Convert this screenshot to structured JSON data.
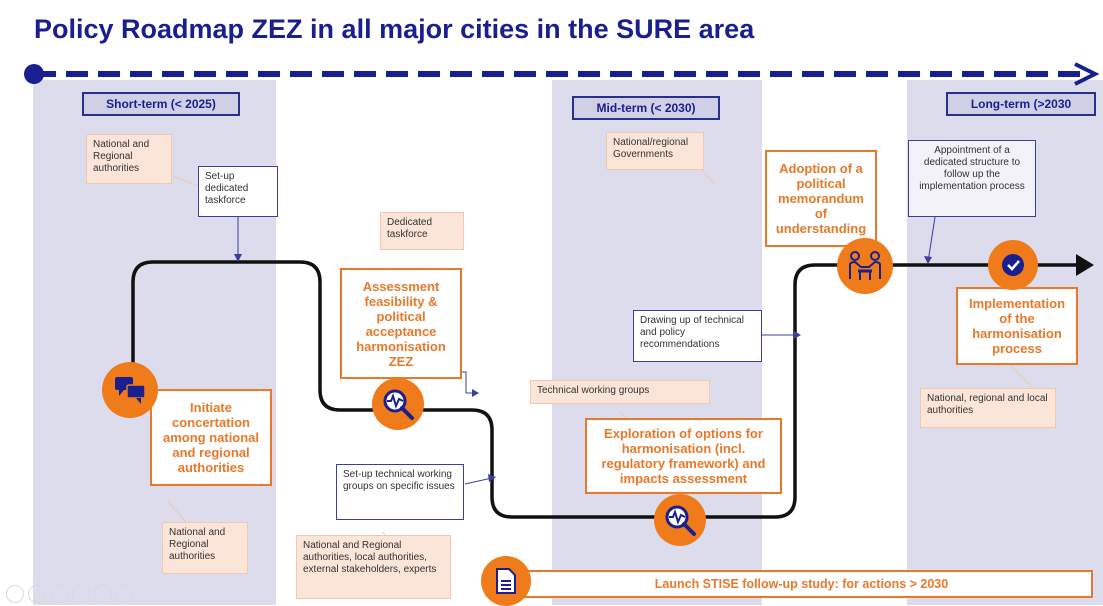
{
  "title": "Policy Roadmap ZEZ in all major cities in the SURE area",
  "phases": {
    "short": "Short-term (< 2025)",
    "mid": "Mid-term (< 2030)",
    "long": "Long-term (>2030"
  },
  "annotations": {
    "national_regional_top": "National and Regional authorities",
    "setup_taskforce": "Set-up dedicated taskforce",
    "dedicated_taskforce": "Dedicated taskforce",
    "national_regional_gov": "National/regional Governments",
    "appointment_structure": "Appointment of a dedicated structure to follow up the implementation process",
    "drawing_up": "Drawing up of technical and policy recommendations",
    "technical_working_groups": "Technical working groups",
    "national_regional_local": "National, regional and local authorities",
    "setup_technical_groups": "Set-up technical working groups on specific issues",
    "national_regional_bottom": "National and Regional authorities",
    "stakeholders": "National and Regional authorities, local authorities, external stakeholders, experts"
  },
  "boxes": {
    "initiate": "Initiate concertation among national and regional authorities",
    "assessment": "Assessment feasibility & political acceptance harmonisation ZEZ",
    "adoption": "Adoption of a political memorandum of understanding",
    "implementation": "Implementation of the harmonisation process",
    "exploration": "Exploration of options for harmonisation (incl. regulatory framework) and impacts assessment",
    "launch": "Launch STISE follow-up study: for actions > 2030"
  },
  "icons": [
    "chat-bubbles-icon",
    "magnifier-pulse-icon",
    "handshake-meeting-icon",
    "check-icon",
    "document-icon"
  ],
  "colors": {
    "accent": "#ef7b1a",
    "navy": "#1a1f8f",
    "band": "#dcdcec",
    "annotation_fill": "#fbe4d8"
  }
}
